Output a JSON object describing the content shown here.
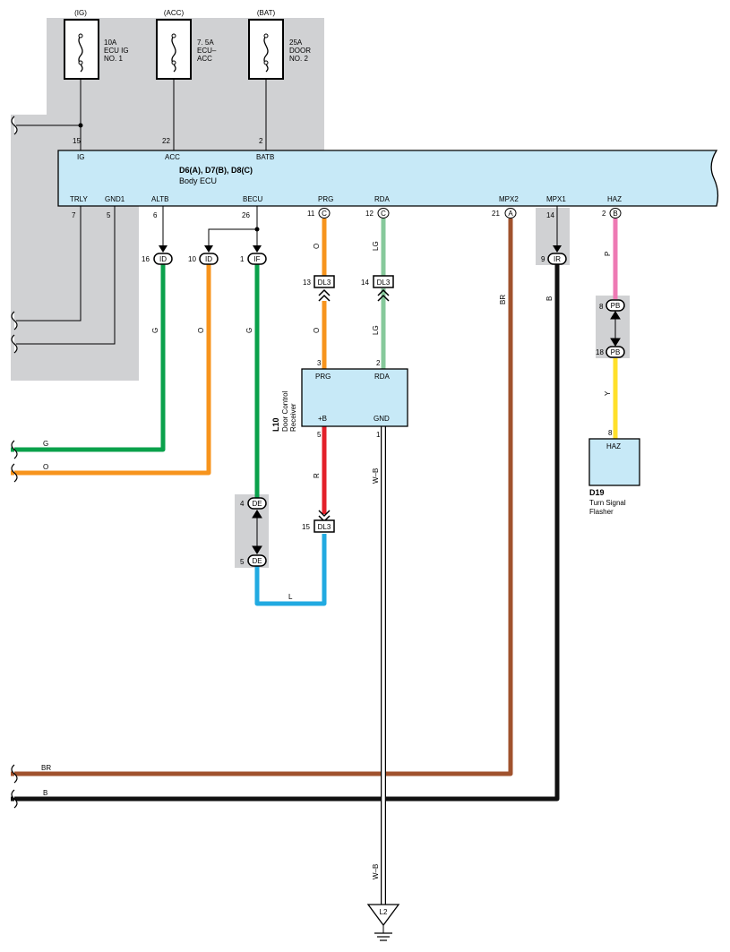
{
  "fuses": [
    {
      "source": "(IG)",
      "rating": "10A",
      "name1": "ECU IG",
      "name2": "NO. 1"
    },
    {
      "source": "(ACC)",
      "rating": "7. 5A",
      "name1": "ECU–",
      "name2": "ACC"
    },
    {
      "source": "(BAT)",
      "rating": "25A",
      "name1": "DOOR",
      "name2": "NO. 2"
    }
  ],
  "body_ecu": {
    "id": "D6(A), D7(B), D8(C)",
    "name": "Body ECU",
    "top_pins": [
      {
        "num": "15",
        "label": "IG"
      },
      {
        "num": "22",
        "label": "ACC"
      },
      {
        "num": "2",
        "label": "BATB"
      }
    ],
    "bottom_pins": [
      {
        "num": "7",
        "label": "TRLY"
      },
      {
        "num": "5",
        "label": "GND1"
      },
      {
        "num": "6",
        "label": "ALTB"
      },
      {
        "num": "26",
        "label": "BECU"
      },
      {
        "num": "11",
        "label": "PRG",
        "conn": "C"
      },
      {
        "num": "12",
        "label": "RDA",
        "conn": "C"
      },
      {
        "num": "21",
        "label": "MPX2",
        "conn": "A"
      },
      {
        "num": "14",
        "label": "MPX1"
      },
      {
        "num": "2",
        "label": "HAZ",
        "conn": "B"
      }
    ]
  },
  "junctions": [
    {
      "num": "16",
      "id": "ID"
    },
    {
      "num": "10",
      "id": "ID"
    },
    {
      "num": "1",
      "id": "IF"
    },
    {
      "num": "9",
      "id": "IR"
    },
    {
      "num": "8",
      "id": "PB"
    },
    {
      "num": "18",
      "id": "PB"
    },
    {
      "num": "4",
      "id": "DE"
    },
    {
      "num": "5",
      "id": "DE"
    }
  ],
  "connectors": [
    {
      "num": "13",
      "id": "DL3"
    },
    {
      "num": "14",
      "id": "DL3"
    },
    {
      "num": "15",
      "id": "DL3"
    }
  ],
  "door_receiver": {
    "id": "L10",
    "name1": "Door Control",
    "name2": "Receiver",
    "pins": [
      {
        "num": "3",
        "label": "PRG"
      },
      {
        "num": "2",
        "label": "RDA"
      },
      {
        "num": "5",
        "label": "+B"
      },
      {
        "num": "1",
        "label": "GND"
      }
    ]
  },
  "flasher": {
    "id": "D19",
    "name1": "Turn Signal",
    "name2": "Flasher",
    "pin_num": "8",
    "pin_label": "HAZ"
  },
  "ground": {
    "id": "L2"
  },
  "wire_labels": {
    "G": "G",
    "O": "O",
    "LG": "LG",
    "BR": "BR",
    "B": "B",
    "P": "P",
    "Y": "Y",
    "R": "R",
    "L": "L",
    "WB": "W–B"
  },
  "colors": {
    "shade": "#d0d1d3",
    "ecu_fill": "#c7e9f7",
    "green": "#0aa14b",
    "orange": "#f7941d",
    "lightgreen": "#86c99b",
    "brown": "#a0522d",
    "black": "#111111",
    "pink": "#ee7ab4",
    "yellow": "#ffe02a",
    "red": "#e3202a",
    "blue": "#21aae1"
  }
}
